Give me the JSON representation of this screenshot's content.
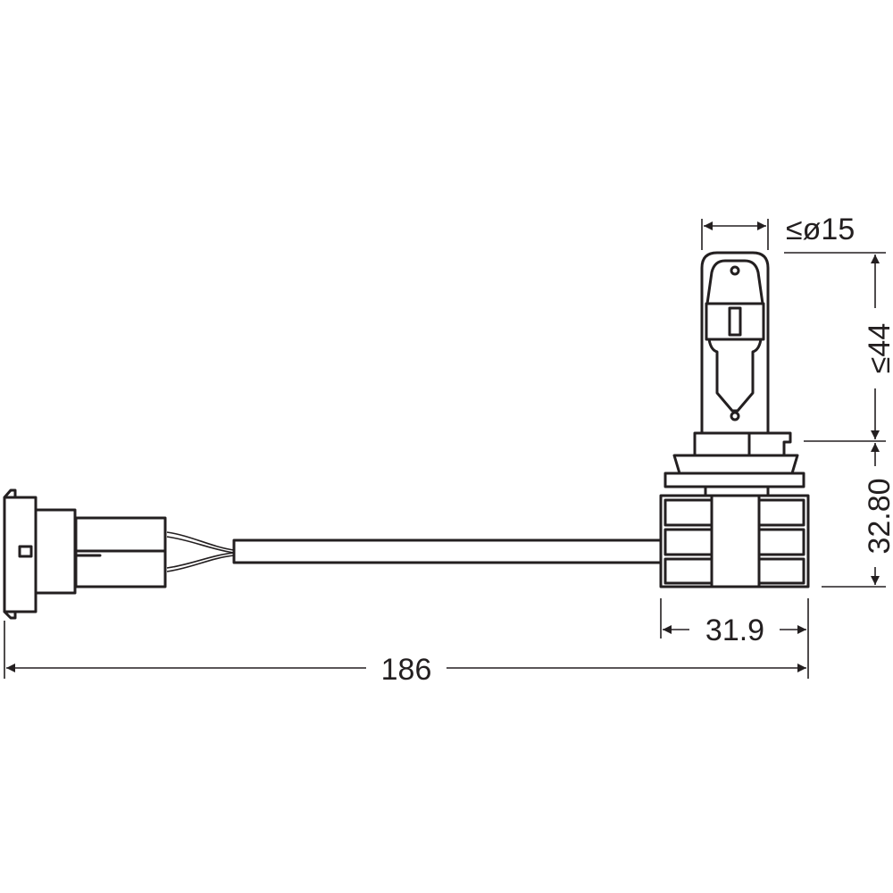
{
  "dimensions": {
    "diameter": "≤ø15",
    "bulb_height": "≤44",
    "base_height": "32.80",
    "base_width": "31.9",
    "total_length": "186"
  },
  "colors": {
    "line": "#231f20",
    "background": "#ffffff"
  }
}
